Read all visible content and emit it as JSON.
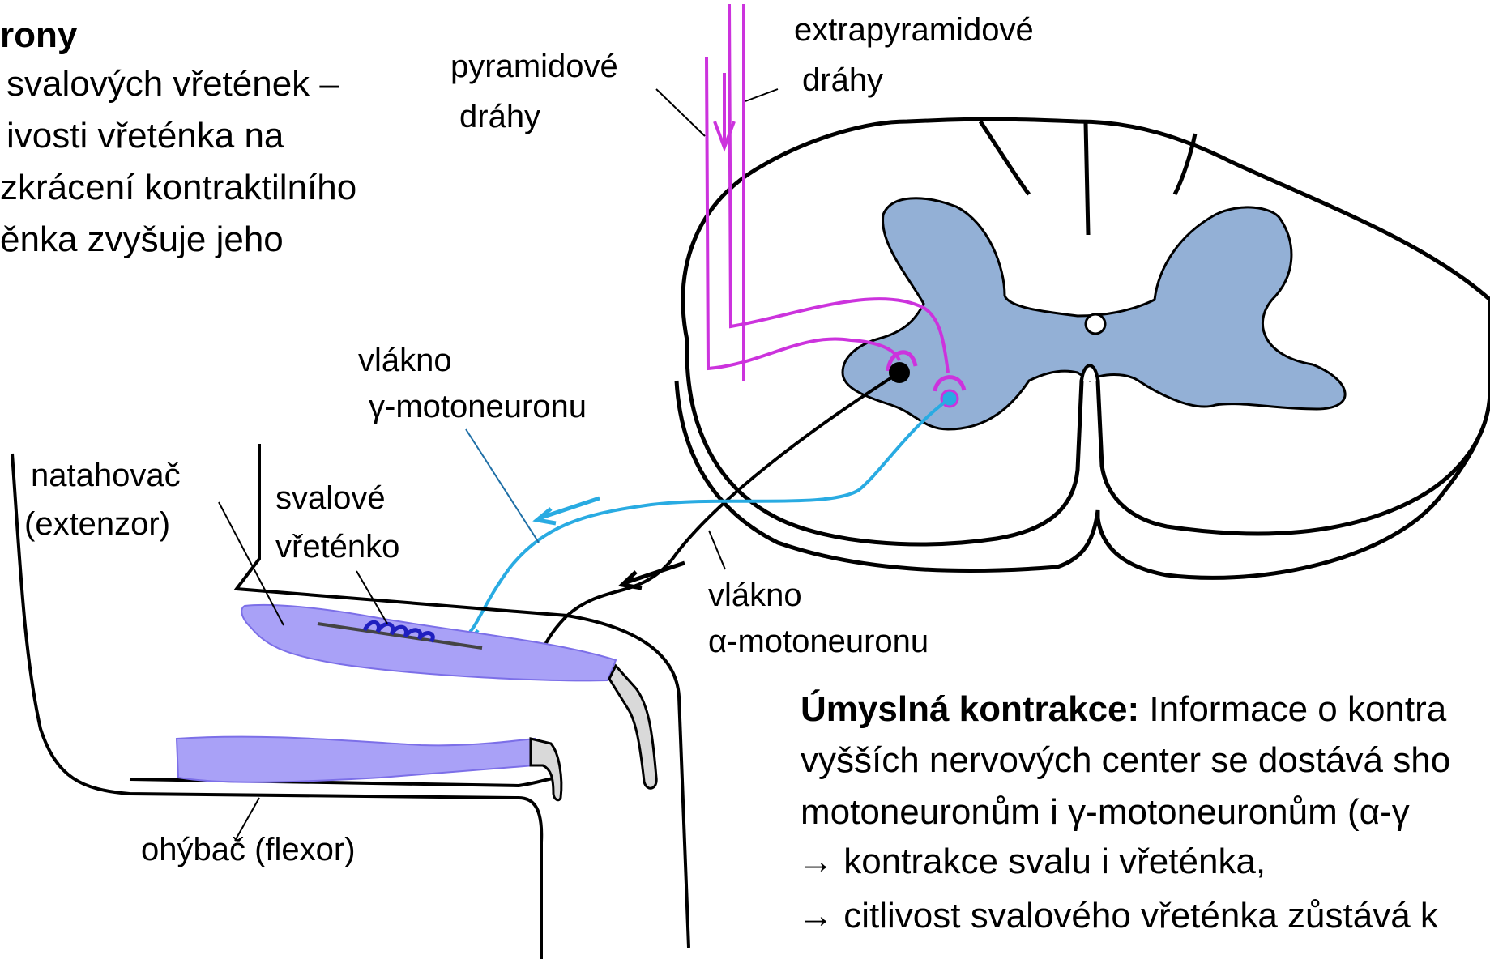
{
  "colors": {
    "gray_matter": "#93b0d6",
    "pyramidal": "#cc33dd",
    "gamma_fiber": "#29abe2",
    "alpha_fiber": "#000000",
    "muscle": "#a9a1f7",
    "tendon": "#d9d9d9",
    "spindle_coil": "#1f1fbf"
  },
  "top_left_text": {
    "line1": "rony",
    "line2": "svalových vřetének –",
    "line3": "ivosti vřeténka na",
    "line4": "zkrácení kontraktilního",
    "line5": "ěnka zvyšuje jeho"
  },
  "labels": {
    "pyramidal_1": "pyramidové",
    "pyramidal_2": "dráhy",
    "extrapyramidal_1": "extrapyramidové",
    "extrapyramidal_2": "dráhy",
    "gamma_fiber_1": "vlákno",
    "gamma_fiber_2": "γ-motoneuronu",
    "extensor_1": "natahovač",
    "extensor_2": "(extenzor)",
    "spindle_1": "svalové",
    "spindle_2": "vřeténko",
    "alpha_fiber_1": "vlákno",
    "alpha_fiber_2": "α-motoneuronu",
    "flexor": "ohýbač (flexor)"
  },
  "voluntary_text": {
    "heading": "Úmyslná kontrakce:",
    "line1_rest": " Informace o kontra",
    "line2": "vyšších nervových center se dostává sho",
    "line3": "motoneuronům i γ-motoneuronům (α-γ",
    "line4": "→ kontrakce svalu i vřeténka,",
    "line5": "→ citlivost svalového vřeténka zůstává k"
  }
}
